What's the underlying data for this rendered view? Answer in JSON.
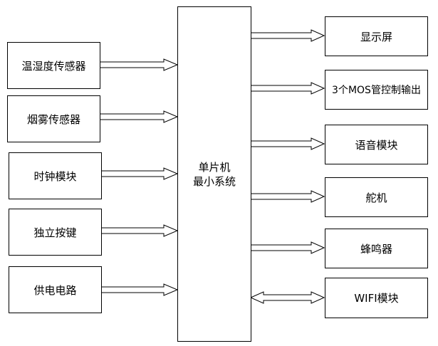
{
  "inputs": [
    {
      "label": "温湿度传感器"
    },
    {
      "label": "烟雾传感器"
    },
    {
      "label": "时钟模块"
    },
    {
      "label": "独立按键"
    },
    {
      "label": "供电电路"
    }
  ],
  "mcu": {
    "line1": "单片机",
    "line2": "最小系统"
  },
  "outputs": [
    {
      "label": "显示屏"
    },
    {
      "label": "3个MOS管控制输出"
    },
    {
      "label": "语音模块"
    },
    {
      "label": "舵机"
    },
    {
      "label": "蜂鸣器"
    },
    {
      "label": "WIFI模块"
    }
  ]
}
